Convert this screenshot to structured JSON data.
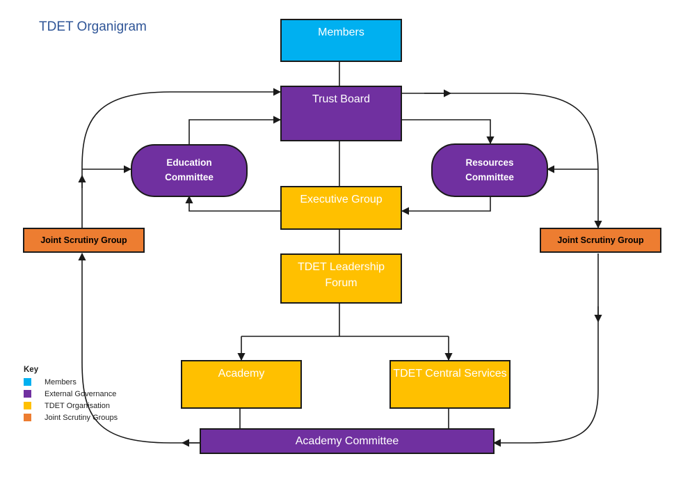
{
  "title": "TDET Organigram",
  "colors": {
    "members": "#00b0f0",
    "external_governance": "#7030a0",
    "tdet_organisation": "#ffc000",
    "joint_scrutiny": "#ed7d31",
    "title_text": "#2f5597",
    "connector": "#1a1a1a"
  },
  "nodes": {
    "members": "Members",
    "trust_board": "Trust Board",
    "education_committee": "Education\nCommittee",
    "resources_committee": "Resources\nCommittee",
    "executive_group": "Executive Group",
    "leadership_forum": "TDET Leadership\nForum",
    "jsg_left": "Joint Scrutiny Group",
    "jsg_right": "Joint Scrutiny Group",
    "academy": "Academy",
    "central_services": "TDET Central Services",
    "academy_committee": "Academy Committee"
  },
  "key": {
    "title": "Key",
    "items": [
      {
        "label": "Members",
        "color": "#00b0f0"
      },
      {
        "label": "External Governance",
        "color": "#7030a0"
      },
      {
        "label": "TDET Organisation",
        "color": "#ffc000"
      },
      {
        "label": "Joint Scrutiny Groups",
        "color": "#ed7d31"
      }
    ]
  }
}
